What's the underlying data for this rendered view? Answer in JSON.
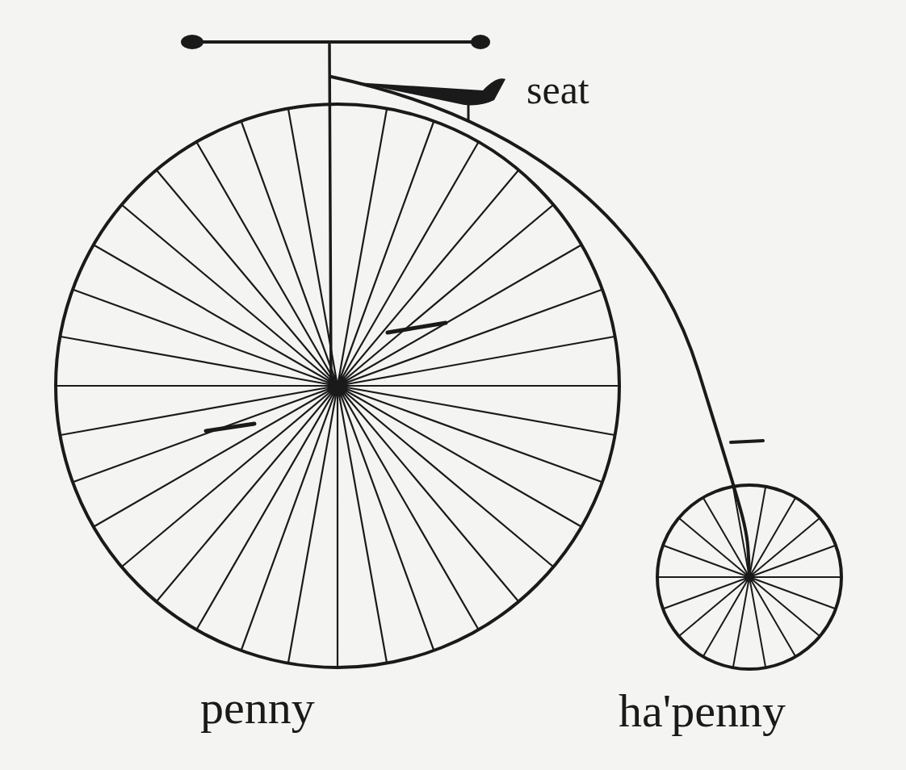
{
  "diagram": {
    "labels": [
      "seat",
      "penny",
      "ha'penny"
    ]
  }
}
